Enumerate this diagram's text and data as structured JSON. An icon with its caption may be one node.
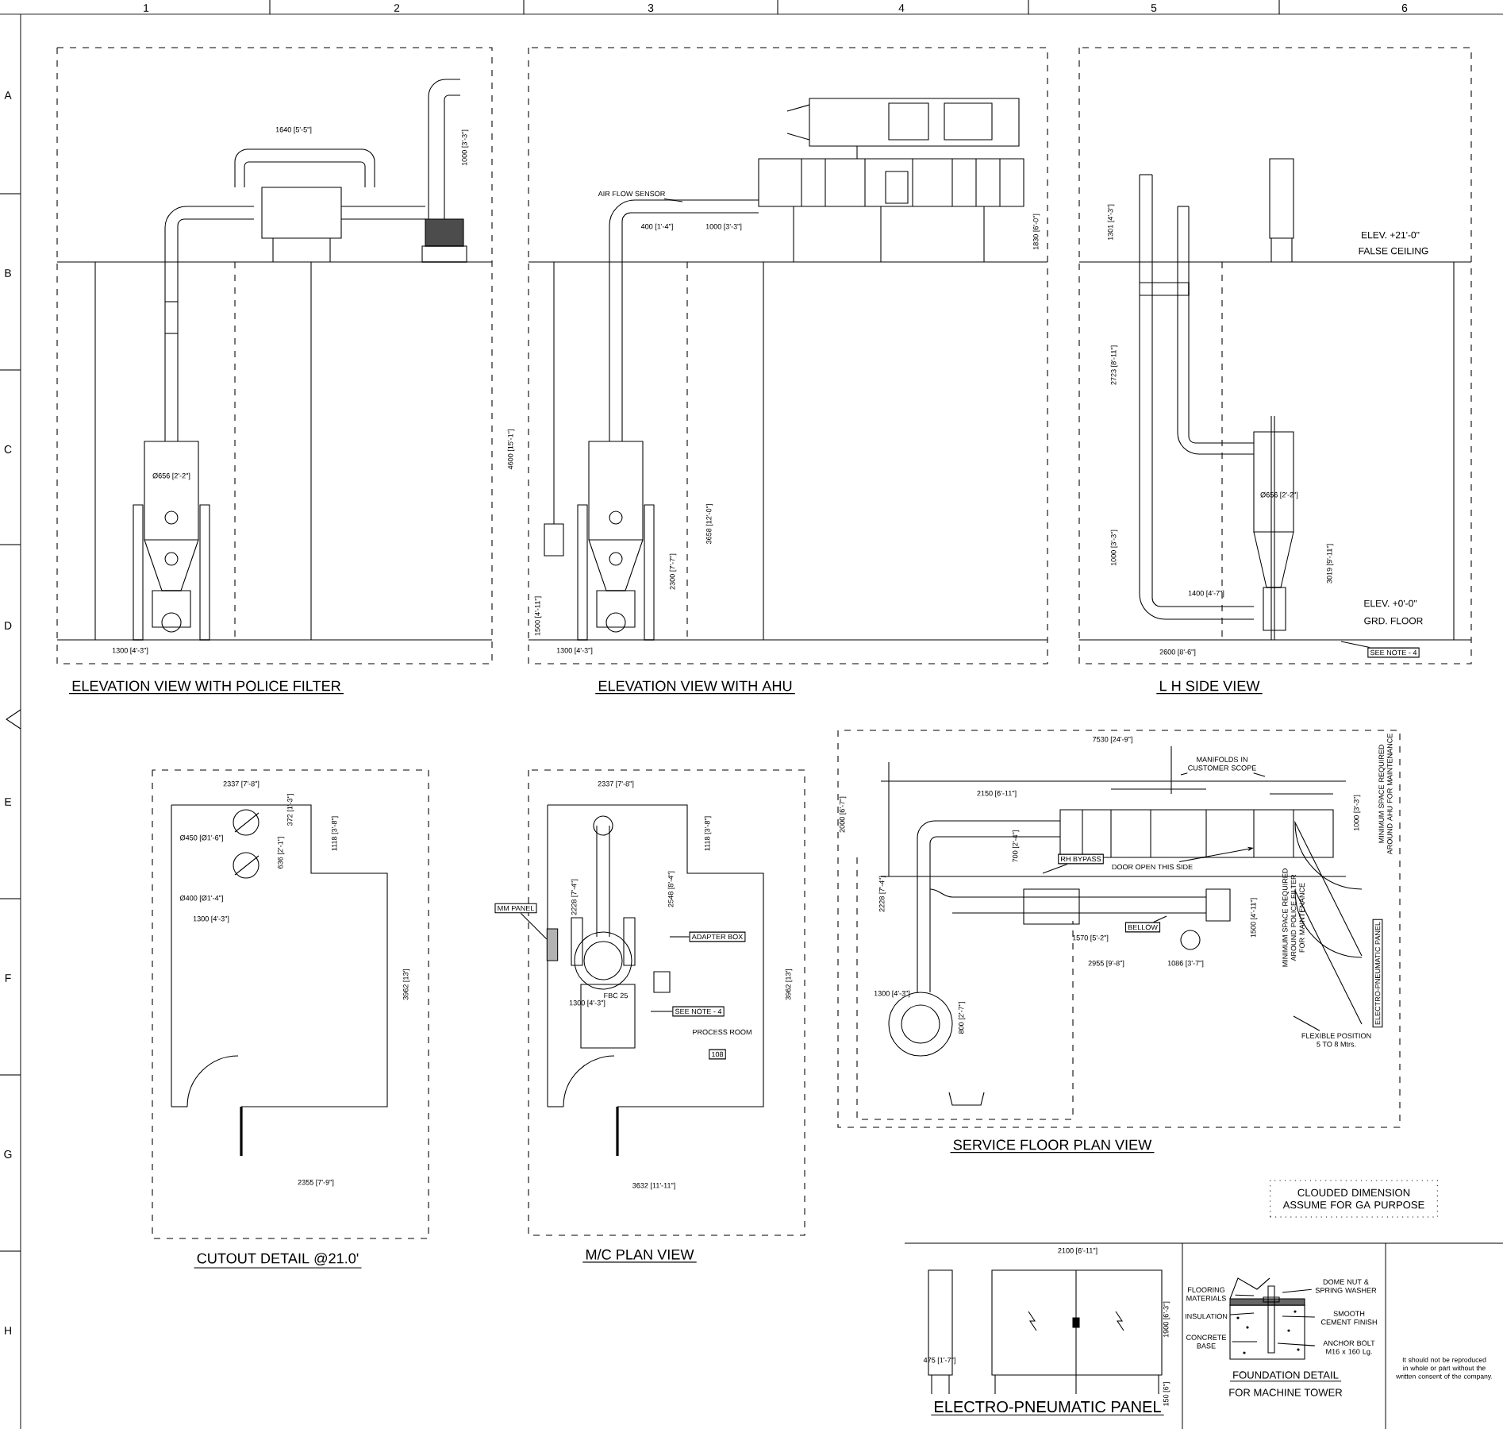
{
  "diagram": {
    "nodes": [
      {
        "text": [
          "AIR FLOW SENSOR"
        ]
      },
      {
        "text": [
          "MM PANEL"
        ]
      },
      {
        "text": [
          "ADAPTER BOX"
        ]
      },
      {
        "text": [
          "SEE NOTE - 4"
        ]
      },
      {
        "text": [
          "108"
        ]
      },
      {
        "text": [
          "SEE NOTE - 4"
        ]
      },
      {
        "text": [
          "RH BYPASS"
        ]
      },
      {
        "text": [
          "BELLOW"
        ]
      },
      {
        "text": [
          "DOOR OPEN THIS SIDE"
        ]
      },
      {
        "text": [
          "MANIFOLDS IN CUSTOMER SCOPE"
        ]
      },
      {
        "text": [
          "ELECTRO-PNEUMATIC PANEL"
        ]
      },
      {
        "text": [
          "FLEXIBLE POSITION",
          "5 TO 8 Mtrs."
        ]
      },
      {
        "text": [
          "CLOUDED DIMENSION ASSUME FOR GA PURPOSE"
        ]
      },
      {
        "text": [
          "FLOORING MATERIALS"
        ]
      },
      {
        "text": [
          "INSULATION"
        ]
      },
      {
        "text": [
          "CONCRETE BASE"
        ]
      },
      {
        "text": [
          "DOME NUT & SPRING WASHER"
        ]
      },
      {
        "text": [
          "SMOOTH CEMENT FINISH"
        ]
      },
      {
        "text": [
          "ANCHOR BOLT M16 x 160 Lg."
        ]
      },
      {
        "text": [],
        "shape": "box"
      }
    ],
    "edges": [
      {
        "from": 0,
        "to": null,
        "arrow": "none"
      },
      {
        "from": 1,
        "to": 19,
        "arrow": "none"
      },
      {
        "from": 2,
        "to": null,
        "arrow": "none"
      },
      {
        "from": 3,
        "to": null,
        "arrow": "none"
      },
      {
        "from": 5,
        "to": null,
        "arrow": "none"
      },
      {
        "from": 6,
        "to": null,
        "arrow": "none"
      },
      {
        "from": 7,
        "to": null,
        "arrow": "none"
      },
      {
        "from": 8,
        "to": null,
        "arrow": "to"
      },
      {
        "from": 9,
        "to": null,
        "arrow": "none"
      },
      {
        "from": 9,
        "to": null,
        "arrow": "none"
      },
      {
        "from": 11,
        "to": null,
        "arrow": "none"
      },
      {
        "from": 13,
        "to": null,
        "arrow": "none"
      },
      {
        "from": 14,
        "to": null,
        "arrow": "none"
      },
      {
        "from": 15,
        "to": null,
        "arrow": "none"
      },
      {
        "from": 16,
        "to": null,
        "arrow": "none"
      },
      {
        "from": 17,
        "to": null,
        "arrow": "none"
      },
      {
        "from": 18,
        "to": null,
        "arrow": "none"
      }
    ],
    "labels": [
      "1",
      "2",
      "3",
      "4",
      "5",
      "6",
      "A",
      "B",
      "C",
      "D",
      "E",
      "F",
      "G",
      "H",
      "ELEVATION VIEW WITH POLICE FILTER",
      "ELEVATION VIEW WITH AHU",
      "L H SIDE VIEW",
      "CUTOUT DETAIL @21.0'",
      "M/C PLAN VIEW",
      "SERVICE FLOOR PLAN VIEW",
      "ELECTRO-PNEUMATIC PANEL",
      "FOUNDATION DETAIL",
      "FOR MACHINE TOWER",
      "ELEV. +21'-0\"",
      "FALSE CEILING",
      "ELEV. +0'-0\"",
      "GRD. FLOOR",
      "1640 [5'-5\"]",
      "1300 [4'-3\"]",
      "Ø656 [2'-2\"]",
      "4600 [15'-1\"]",
      "1000 [3'-3\"]",
      "400 [1'-4\"]",
      "1000 [3'-3\"]",
      "1300 [4'-3\"]",
      "3658 [12'-0\"]",
      "2300 [7'-7\"]",
      "1500 [4'-11\"]",
      "1830 [6'-0\"]",
      "2600 [8'-6\"]",
      "1400 [4'-7\"]",
      "2723 [8'-11\"]",
      "Ø656 [2'-2\"]",
      "3019 [9'-11\"]",
      "1000 [3'-3\"]",
      "1301 [4'-3\"]",
      "2337 [7'-8\"]",
      "Ø450 [Ø1'-6\"]",
      "Ø400 [Ø1'-4\"]",
      "1300 [4'-3\"]",
      "1118 [3'-8\"]",
      "2355 [7'-9\"]",
      "3962 [13']",
      "372 [1'-3\"]",
      "636 [2'-1\"]",
      "2337 [7'-8\"]",
      "1118 [3'-8\"]",
      "2228 [7'-4\"]",
      "2548 [8'-4\"]",
      "1300 [4'-3\"]",
      "3962 [13']",
      "3632 [11'-11\"]",
      "FBC 25",
      "PROCESS ROOM",
      "7530 [24'-9\"]",
      "2150 [6'-11\"]",
      "700 [2'-4\"]",
      "1570 [5'-2\"]",
      "2955 [9'-8\"]",
      "1086 [3'-7\"]",
      "2228 [7'-4\"]",
      "1300 [4'-3\"]",
      "800 [2'-7\"]",
      "2000 [6'-7\"]",
      "1000 [3'-3\"]",
      "1500 [4'-11\"]",
      "MINIMUM SPACE REQUIRED AROUND AHU FOR MAINTENANCE",
      "MINIMUM SPACE REQUIRED AROUND POLICE FILTER FOR MAINTENANCE",
      "2100 [6'-11\"]",
      "1900 [6'-3\"]",
      "475 [1'-7\"]",
      "150 [6\"]",
      "It should not be reproduced in whole or part without the written consent of the company."
    ]
  }
}
